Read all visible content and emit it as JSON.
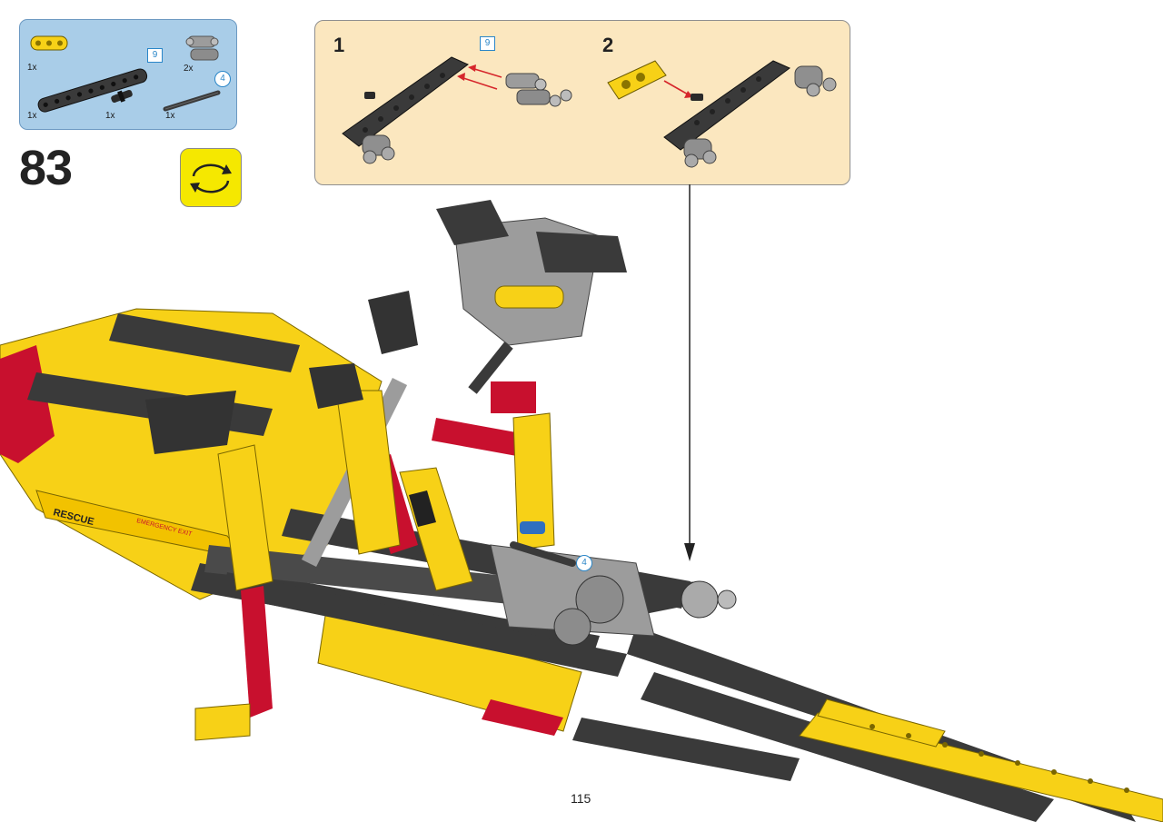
{
  "parts_list": {
    "items": [
      {
        "name": "yellow-beam-3",
        "qty": "1x"
      },
      {
        "name": "black-beam-9",
        "qty": "1x",
        "length_label": "9"
      },
      {
        "name": "grey-axle-pin-connector",
        "qty": "2x"
      },
      {
        "name": "black-pin",
        "qty": "1x"
      },
      {
        "name": "black-axle-4",
        "qty": "1x",
        "length_label": "4"
      }
    ]
  },
  "step": {
    "number": "83",
    "rotate_icon": "rotate-model-icon"
  },
  "substeps": [
    {
      "number": "1",
      "callout_label": "9"
    },
    {
      "number": "2"
    }
  ],
  "main": {
    "axle_callout": "4",
    "model_text": {
      "rescue": "RESCUE",
      "emergency_exit": "EMERGENCY EXIT"
    }
  },
  "page": {
    "number": "115"
  },
  "colors": {
    "parts_bg": "#a9cde8",
    "substep_bg": "#fbe7bf",
    "rotate_bg": "#f5e800",
    "lego_yellow": "#f7d117",
    "lego_black": "#3a3a3a",
    "lego_grey": "#9c9c9c",
    "lego_red": "#c8102e",
    "callout_blue": "#2a86c8"
  }
}
